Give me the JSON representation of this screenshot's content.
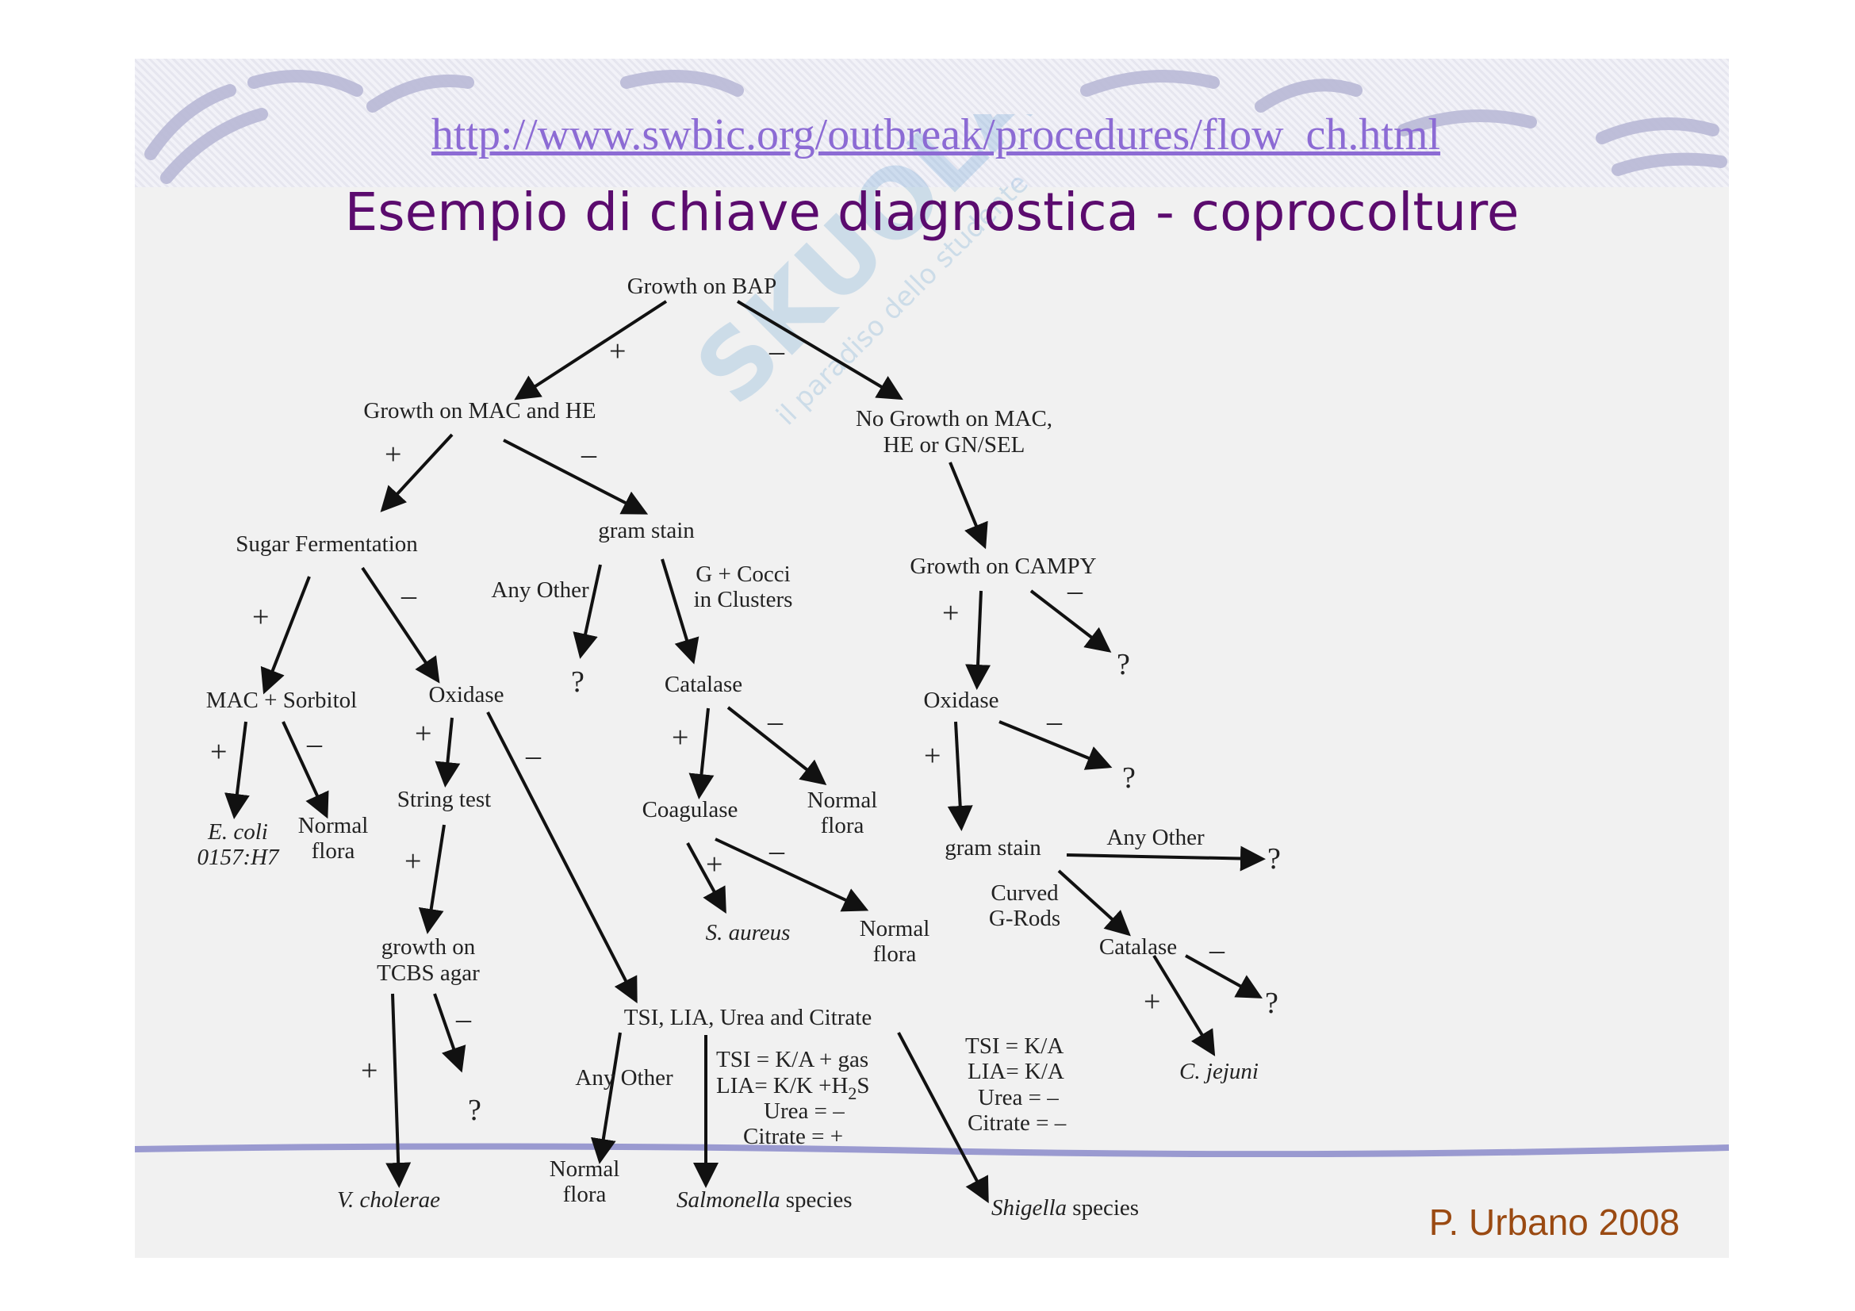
{
  "header": {
    "url": "http://www.swbic.org/outbreak/procedures/flow_ch.html",
    "title": "Esempio di chiave diagnostica - coprocolture"
  },
  "footer": {
    "credit": "P. Urbano 2008"
  },
  "watermark": {
    "text": "SKUOLA.NET",
    "subtext": "il paradiso dello studente"
  },
  "nodes": {
    "growth_bap": "Growth on BAP",
    "growth_mac_he": "Growth on MAC and HE",
    "no_growth_l1": "No Growth on MAC,",
    "no_growth_l2": "HE or GN/SEL",
    "sugar_fermentation": "Sugar Fermentation",
    "gram_stain_1": "gram stain",
    "any_other_1": "Any Other",
    "g_cocci_l1": "G + Cocci",
    "g_cocci_l2": "in Clusters",
    "growth_campy": "Growth on CAMPY",
    "mac_sorbitol": "MAC + Sorbitol",
    "oxidase_1": "Oxidase",
    "catalase_1": "Catalase",
    "oxidase_2": "Oxidase",
    "ecoli_l1": "E. coli",
    "ecoli_l2": "0157:H7",
    "normal_flora_1_l1": "Normal",
    "normal_flora_1_l2": "flora",
    "string_test": "String test",
    "coagulase": "Coagulase",
    "normal_flora_2_l1": "Normal",
    "normal_flora_2_l2": "flora",
    "gram_stain_2": "gram stain",
    "any_other_2": "Any Other",
    "curved_l1": "Curved",
    "curved_l2": "G-Rods",
    "s_aureus": "S. aureus",
    "normal_flora_3_l1": "Normal",
    "normal_flora_3_l2": "flora",
    "catalase_2": "Catalase",
    "growth_tcbs_l1": "growth on",
    "growth_tcbs_l2": "TCBS agar",
    "tsi_lia": "TSI, LIA, Urea and Citrate",
    "c_jejuni": "C. jejuni",
    "any_other_3": "Any Other",
    "salm_l1": "TSI = K/A + gas",
    "salm_l2": "LIA= K/K +H",
    "salm_l2_sub": "2",
    "salm_l2_end": "S",
    "salm_l3": "Urea = –",
    "salm_l4": "Citrate = +",
    "shig_l1": "TSI = K/A",
    "shig_l2": "LIA= K/A",
    "shig_l3": "Urea = –",
    "shig_l4": "Citrate = –",
    "v_cholerae": "V. cholerae",
    "normal_flora_4_l1": "Normal",
    "normal_flora_4_l2": "flora",
    "salmonella": "Salmonella",
    "salmonella_suffix": " species",
    "shigella": "Shigella",
    "shigella_suffix": " species"
  },
  "symbols": {
    "plus": "+",
    "minus": "–",
    "question": "?"
  }
}
